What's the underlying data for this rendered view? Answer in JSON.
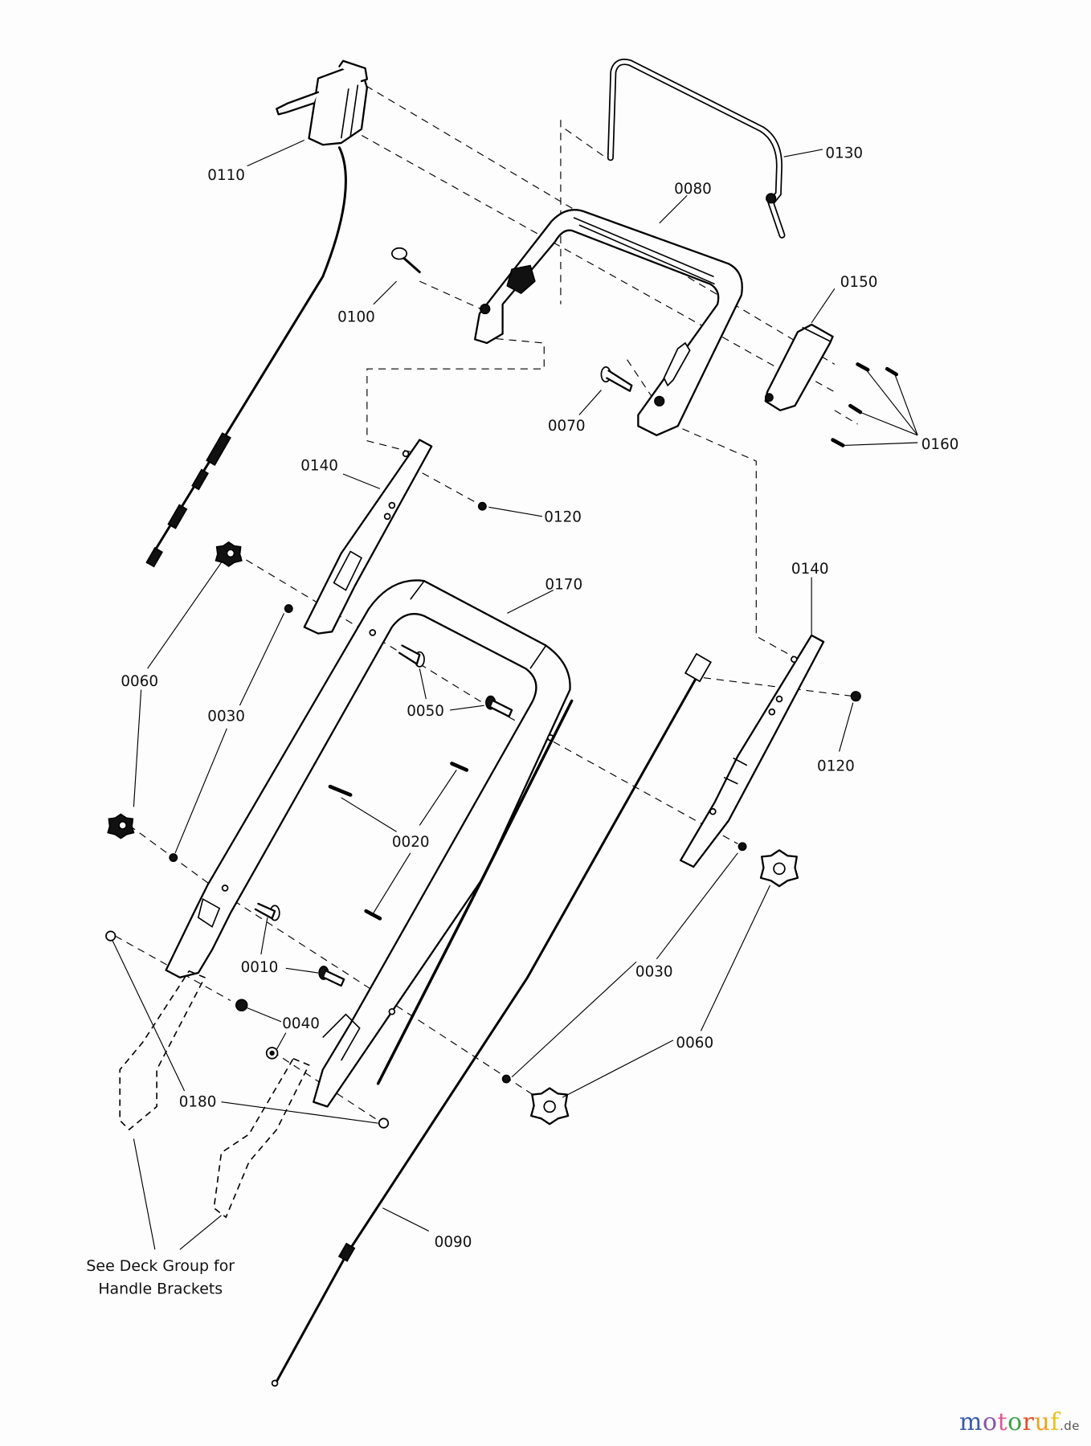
{
  "diagram": {
    "title": "Handle assembly exploded parts diagram",
    "callouts": [
      {
        "id": "0110"
      },
      {
        "id": "0130"
      },
      {
        "id": "0080"
      },
      {
        "id": "0100"
      },
      {
        "id": "0150"
      },
      {
        "id": "0070"
      },
      {
        "id": "0160"
      },
      {
        "id": "0140"
      },
      {
        "id": "0120"
      },
      {
        "id": "0170"
      },
      {
        "id": "0140"
      },
      {
        "id": "0060"
      },
      {
        "id": "0030"
      },
      {
        "id": "0050"
      },
      {
        "id": "0120"
      },
      {
        "id": "0020"
      },
      {
        "id": "0010"
      },
      {
        "id": "0030"
      },
      {
        "id": "0040"
      },
      {
        "id": "0060"
      },
      {
        "id": "0180"
      },
      {
        "id": "0090"
      }
    ],
    "note": {
      "line1": "See Deck Group for",
      "line2": "Handle Brackets"
    }
  },
  "logo": {
    "letters": [
      {
        "ch": "m",
        "color": "#3a5aa8"
      },
      {
        "ch": "o",
        "color": "#8a56a8"
      },
      {
        "ch": "t",
        "color": "#e0578f"
      },
      {
        "ch": "o",
        "color": "#3fa048"
      },
      {
        "ch": "r",
        "color": "#e2502c"
      },
      {
        "ch": "u",
        "color": "#f0a020"
      },
      {
        "ch": "f",
        "color": "#e8c21a"
      }
    ],
    "tld": ".de"
  }
}
